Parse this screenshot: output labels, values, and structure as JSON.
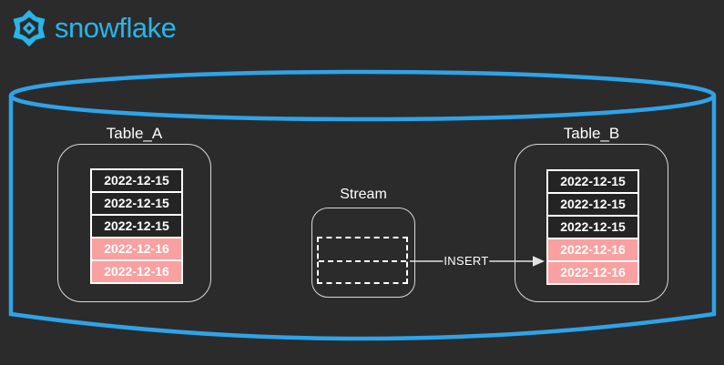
{
  "brand": {
    "name": "snowflake",
    "logo_icon": "snowflake-icon"
  },
  "colors": {
    "background": "#2b2b2b",
    "brand_blue": "#29b5e8",
    "cylinder_stroke": "#2ea3e8",
    "highlight_pink": "#f9a0a0",
    "row_dark": "#242424",
    "container_outline": "#d9d9d9",
    "row_border": "#ffffff"
  },
  "diagram": {
    "database_shape": "cylinder",
    "table_a": {
      "title": "Table_A",
      "rows": [
        {
          "value": "2022-12-15",
          "highlighted": false
        },
        {
          "value": "2022-12-15",
          "highlighted": false
        },
        {
          "value": "2022-12-15",
          "highlighted": false
        },
        {
          "value": "2022-12-16",
          "highlighted": true
        },
        {
          "value": "2022-12-16",
          "highlighted": true
        }
      ]
    },
    "stream": {
      "title": "Stream",
      "placeholder_row_count": 2
    },
    "arrow": {
      "label": "INSERT",
      "from": "Stream",
      "to": "Table_B"
    },
    "table_b": {
      "title": "Table_B",
      "rows": [
        {
          "value": "2022-12-15",
          "highlighted": false
        },
        {
          "value": "2022-12-15",
          "highlighted": false
        },
        {
          "value": "2022-12-15",
          "highlighted": false
        },
        {
          "value": "2022-12-16",
          "highlighted": true
        },
        {
          "value": "2022-12-16",
          "highlighted": true
        }
      ]
    }
  }
}
